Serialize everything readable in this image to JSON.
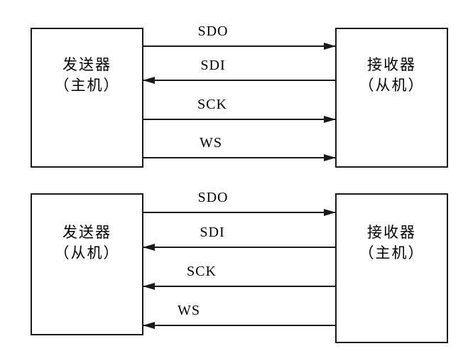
{
  "diagram": {
    "colors": {
      "line": "#1a1a1a",
      "text": "#000000",
      "background": "#ffffff"
    },
    "sections": [
      {
        "left_box": {
          "line1": "发送器",
          "line2": "（主机）"
        },
        "right_box": {
          "line1": "接收器",
          "line2": "（从机）"
        },
        "signals": [
          {
            "label": "SDO",
            "direction": "right"
          },
          {
            "label": "SDI",
            "direction": "left"
          },
          {
            "label": "SCK",
            "direction": "right"
          },
          {
            "label": "WS",
            "direction": "right"
          }
        ]
      },
      {
        "left_box": {
          "line1": "发送器",
          "line2": "（从机）"
        },
        "right_box": {
          "line1": "接收器",
          "line2": "（主机）"
        },
        "signals": [
          {
            "label": "SDO",
            "direction": "right"
          },
          {
            "label": "SDI",
            "direction": "left"
          },
          {
            "label": "SCK",
            "direction": "left"
          },
          {
            "label": "WS",
            "direction": "left"
          }
        ]
      }
    ]
  }
}
